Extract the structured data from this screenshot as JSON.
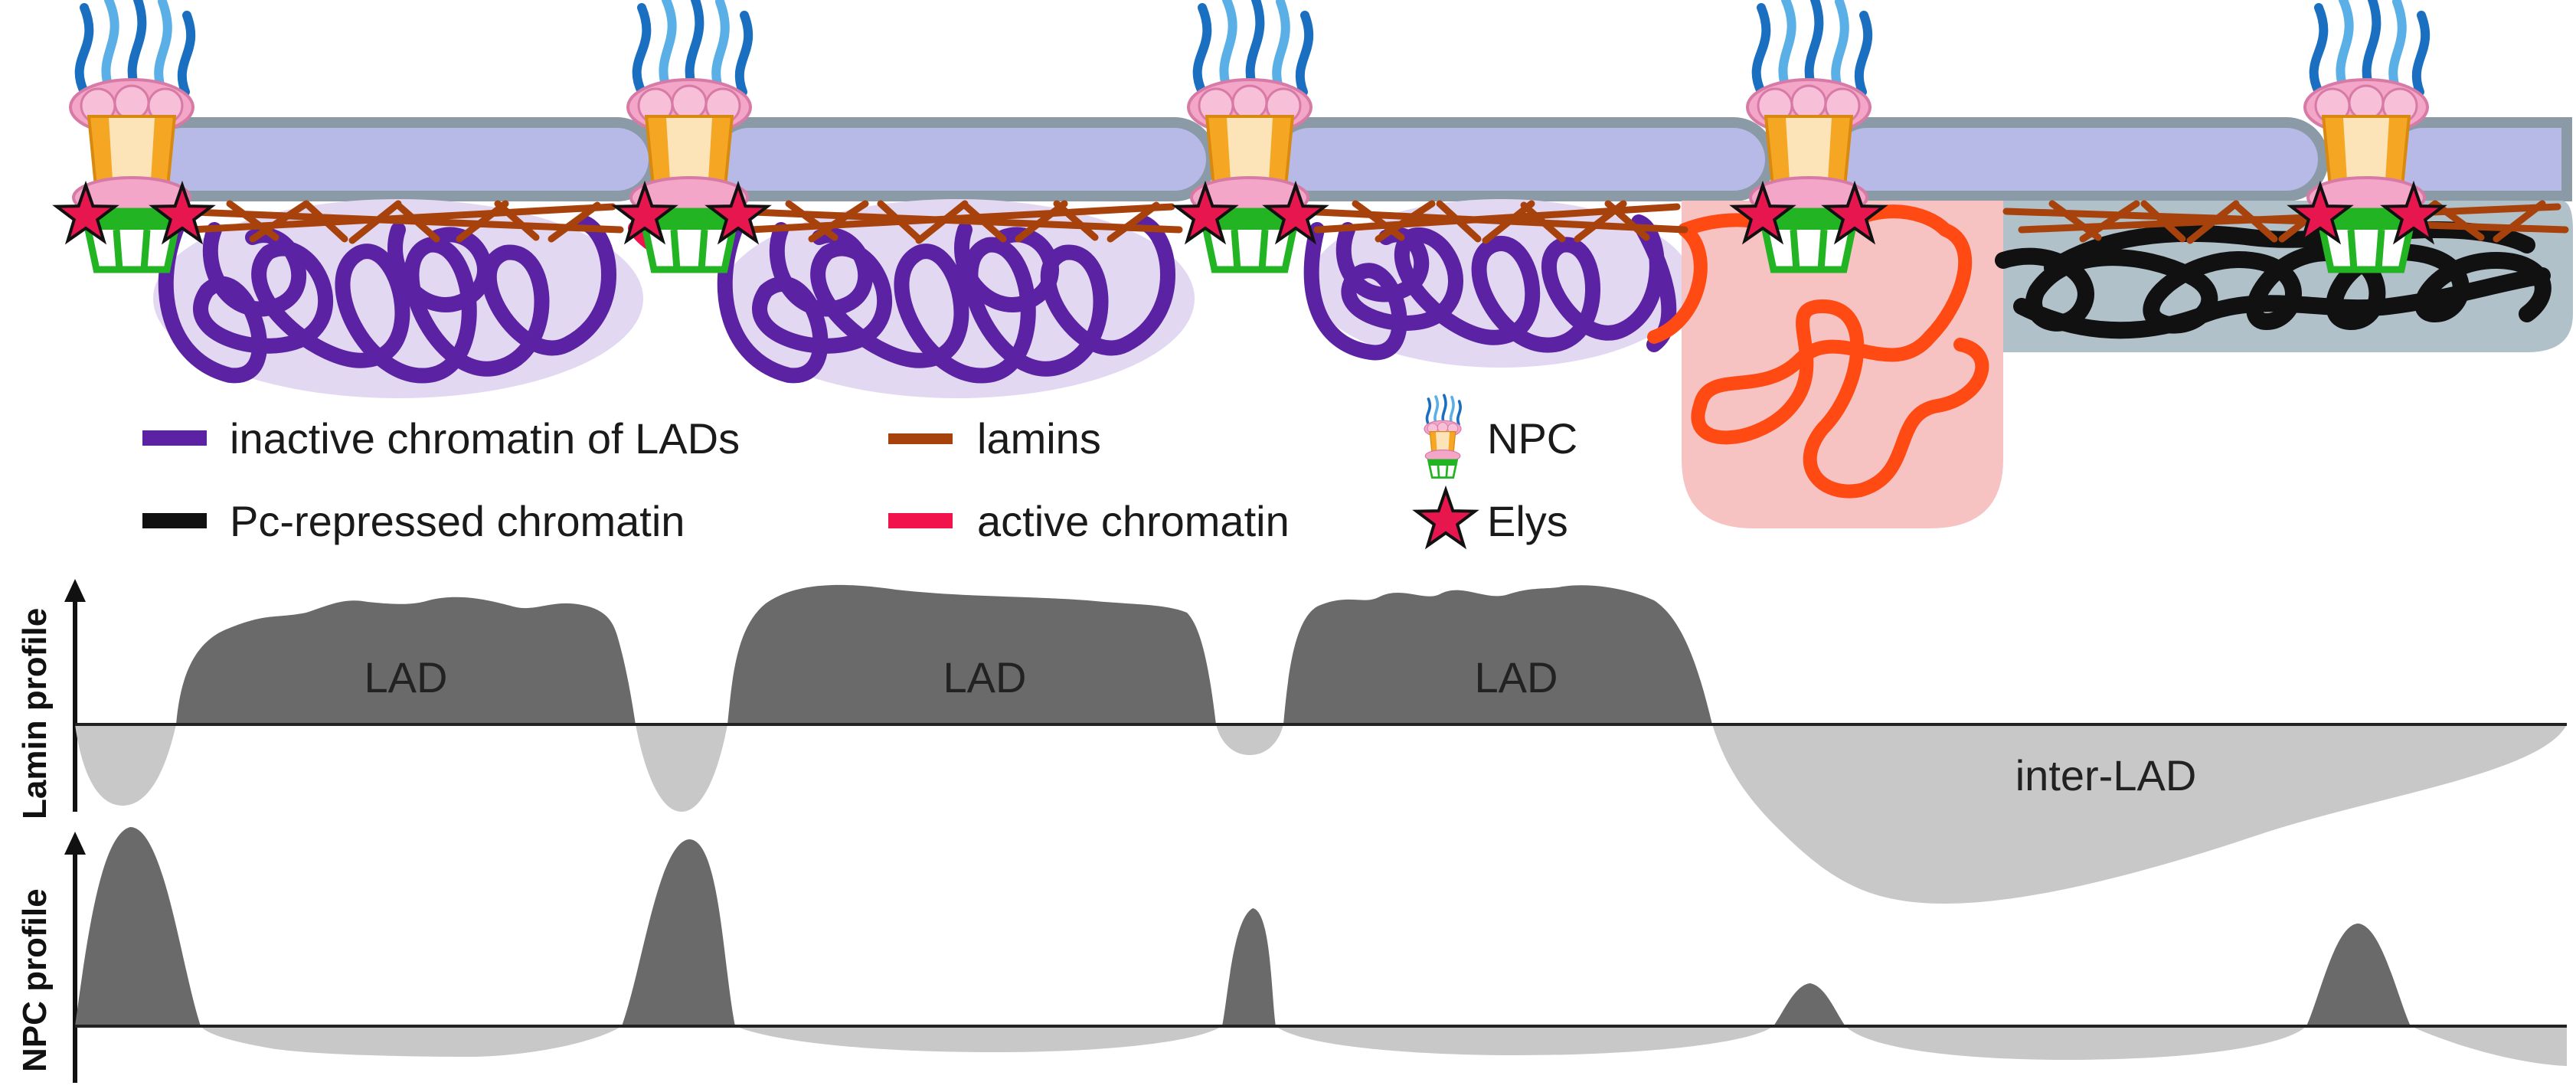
{
  "colors": {
    "membrane": "#b7b9e6",
    "membrane_edge": "#8a9aa6",
    "inactive_chromatin": "#5b22a3",
    "inactive_halo": "#e3d8f2",
    "lamins": "#a8420c",
    "active_chromatin": "#f1134b",
    "active_loop": "#ff4a14",
    "active_halo": "#f7c2c2",
    "pc_chromatin": "#111111",
    "pc_halo": "#b0c1ca",
    "elys": "#e8164f",
    "npc_blue": "#1a6fc0",
    "npc_lightblue": "#5ab0e6",
    "npc_pink": "#f4a6c8",
    "npc_orange": "#f5a623",
    "npc_green": "#22b422",
    "dark_fill": "#6a6a6a",
    "light_fill": "#c8c8c8"
  },
  "legend": {
    "inactive_chromatin": "inactive chromatin of LADs",
    "pc_repressed": "Pc-repressed chromatin",
    "lamins": "lamins",
    "active_chromatin": "active chromatin",
    "npc": "NPC",
    "elys": "Elys"
  },
  "icons": {
    "npc": "npc-icon",
    "elys": "star-icon"
  },
  "lamin_profile": {
    "axis_label": "Lamin profile",
    "regions": [
      "LAD",
      "LAD",
      "LAD",
      "inter-LAD"
    ]
  },
  "npc_profile": {
    "axis_label": "NPC profile"
  }
}
